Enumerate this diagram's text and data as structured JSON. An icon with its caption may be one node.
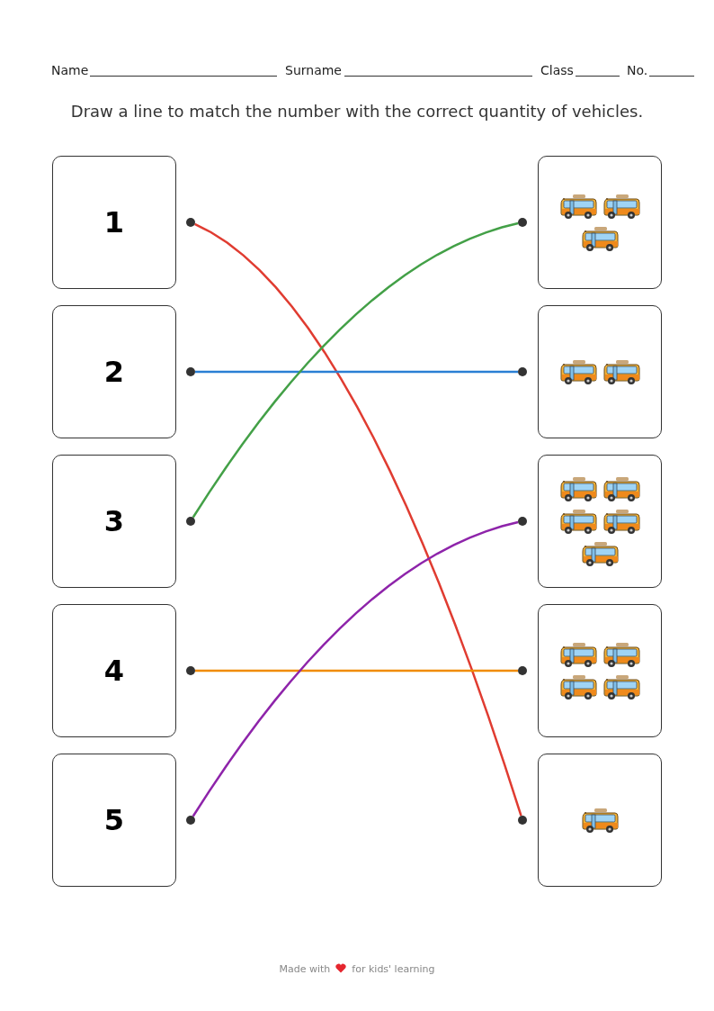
{
  "diagram": {
    "title": "Draw a line to match the number with the correct quantity of vehicles.",
    "nodes": [
      {
        "text": [
          "1"
        ]
      },
      {
        "text": [
          "2"
        ]
      },
      {
        "text": [
          "3"
        ]
      },
      {
        "text": [
          "4"
        ]
      },
      {
        "text": [
          "5"
        ]
      },
      {
        "text": [],
        "shape": "box"
      },
      {
        "text": [],
        "shape": "box"
      },
      {
        "text": [],
        "shape": "box"
      },
      {
        "text": [],
        "shape": "box"
      },
      {
        "text": [],
        "shape": "box"
      },
      {
        "text": [],
        "shape": "picture",
        "in": 5
      },
      {
        "text": [],
        "shape": "picture",
        "in": 5
      },
      {
        "text": [],
        "shape": "picture",
        "in": 5
      },
      {
        "text": [],
        "shape": "picture",
        "in": 6
      },
      {
        "text": [],
        "shape": "picture",
        "in": 6
      },
      {
        "text": [],
        "shape": "picture",
        "in": 7
      },
      {
        "text": [],
        "shape": "picture",
        "in": 7
      },
      {
        "text": [],
        "shape": "picture",
        "in": 7
      },
      {
        "text": [],
        "shape": "picture",
        "in": 7
      },
      {
        "text": [],
        "shape": "picture",
        "in": 7
      },
      {
        "text": [],
        "shape": "picture",
        "in": 8
      },
      {
        "text": [],
        "shape": "picture",
        "in": 8
      },
      {
        "text": [],
        "shape": "picture",
        "in": 8
      },
      {
        "text": [],
        "shape": "picture",
        "in": 8
      },
      {
        "text": [],
        "shape": "picture",
        "in": 9
      },
      {
        "text": [],
        "shape": "circle"
      },
      {
        "text": [],
        "shape": "circle"
      },
      {
        "text": [],
        "shape": "circle"
      },
      {
        "text": [],
        "shape": "circle"
      },
      {
        "text": [],
        "shape": "circle"
      },
      {
        "text": [],
        "shape": "circle"
      },
      {
        "text": [],
        "shape": "circle"
      },
      {
        "text": [],
        "shape": "circle"
      },
      {
        "text": [],
        "shape": "circle"
      },
      {
        "text": [],
        "shape": "circle"
      }
    ],
    "edges": [
      {
        "from": 25,
        "to": 34,
        "arrow": "none",
        "color": "#e03c31"
      },
      {
        "from": 26,
        "to": 31,
        "arrow": "none",
        "color": "#2a7fd4"
      },
      {
        "from": 27,
        "to": 30,
        "arrow": "none",
        "color": "#43a047"
      },
      {
        "from": 28,
        "to": 33,
        "arrow": "none",
        "color": "#f08c00"
      },
      {
        "from": 29,
        "to": 32,
        "arrow": "none",
        "color": "#8e24aa"
      }
    ],
    "labels": [
      "Name",
      "Surname",
      "Class",
      "No.",
      "Made with",
      "for kids' learning"
    ]
  }
}
